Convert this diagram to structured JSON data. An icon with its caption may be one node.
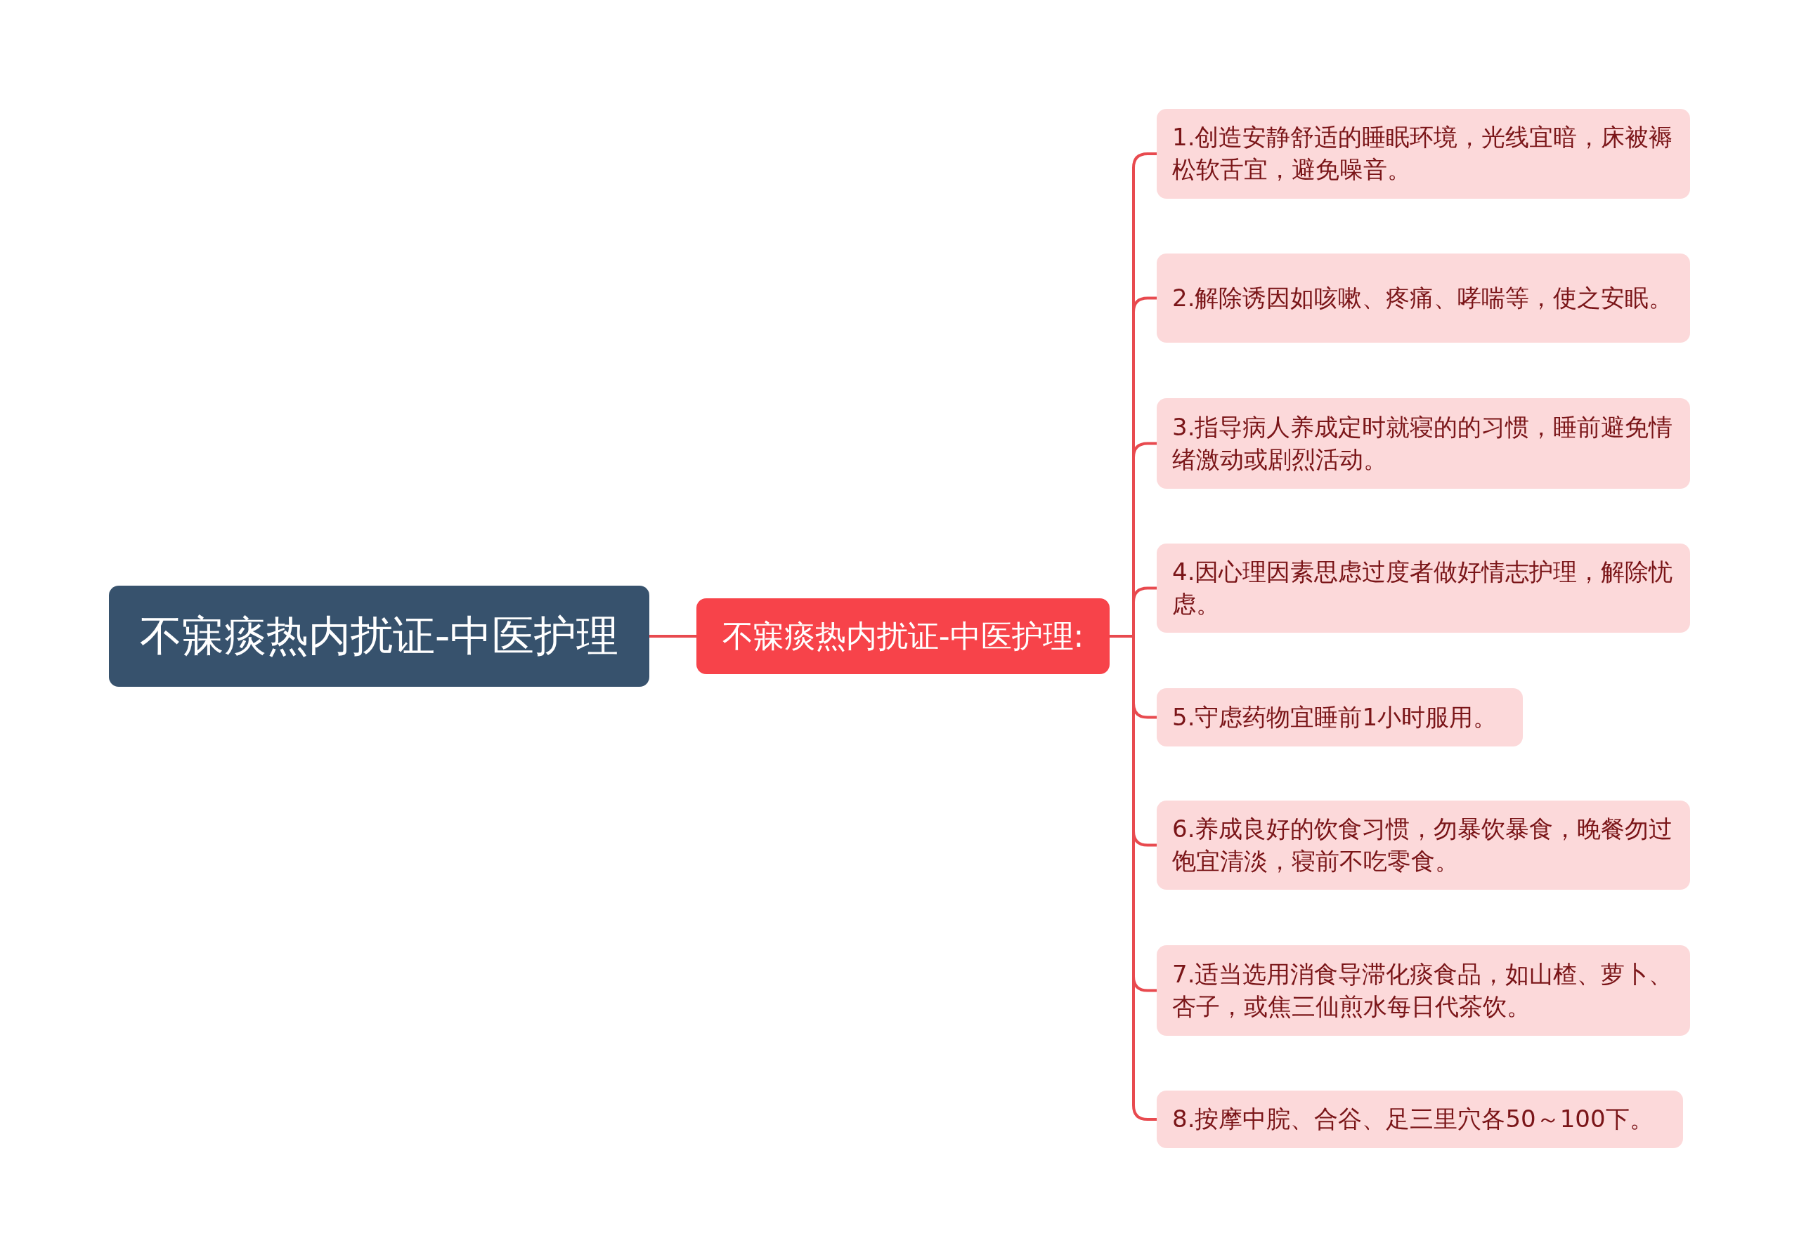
{
  "diagram": {
    "nodes": [
      {
        "text": [
          "不寐痰热内扰证-中医护理"
        ]
      },
      {
        "text": [
          "不寐痰热内扰证-中医护理:"
        ]
      },
      {
        "text": [
          "1.创造安静舒适的睡眠环境，光线宜暗，床被褥松软舌宜，避免噪音。"
        ]
      },
      {
        "text": [
          "2.解除诱因如咳嗽、疼痛、哮喘等，使之安眠。"
        ]
      },
      {
        "text": [
          "3.指导病人养成定时就寝的的习惯，睡前避免情绪激动或剧烈活动。"
        ]
      },
      {
        "text": [
          "4.因心理因素思虑过度者做好情志护理，解除忧虑。"
        ]
      },
      {
        "text": [
          "5.守虑药物宜睡前1小时服用。"
        ]
      },
      {
        "text": [
          "6.养成良好的饮食习惯，勿暴饮暴食，晚餐勿过饱宜清淡，寝前不吃零食。"
        ]
      },
      {
        "text": [
          "7.适当选用消食导滞化痰食品，如山楂、萝卜、杏子，或焦三仙煎水每日代茶饮。"
        ]
      },
      {
        "text": [
          "8.按摩中脘、合谷、足三里穴各50～100下。"
        ]
      }
    ],
    "edges": [
      {
        "from": 0,
        "to": 1,
        "arrow": "none"
      },
      {
        "from": 1,
        "to": 2,
        "arrow": "none"
      },
      {
        "from": 1,
        "to": 3,
        "arrow": "none"
      },
      {
        "from": 1,
        "to": 4,
        "arrow": "none"
      },
      {
        "from": 1,
        "to": 5,
        "arrow": "none"
      },
      {
        "from": 1,
        "to": 6,
        "arrow": "none"
      },
      {
        "from": 1,
        "to": 7,
        "arrow": "none"
      },
      {
        "from": 1,
        "to": 8,
        "arrow": "none"
      },
      {
        "from": 1,
        "to": 9,
        "arrow": "none"
      }
    ]
  }
}
